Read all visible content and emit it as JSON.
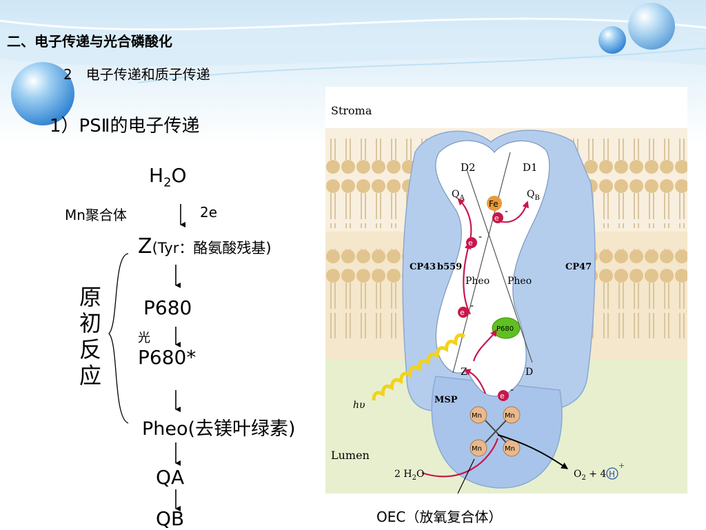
{
  "header": {
    "main_title": "二、电子传递与光合磷酸化",
    "sub_number": "2",
    "sub_title": "电子传递和质子传递",
    "section_title": "1）PSⅡ的电子传递"
  },
  "chain": {
    "h2o_main": "H",
    "h2o_sub": "2",
    "h2o_end": "O",
    "mn_label": "Mn聚合体",
    "electrons": "2e",
    "z_letter": "Z",
    "z_note": "(Tyr：酪氨酸残基)",
    "p680": "P680",
    "light": "光",
    "p680_star": "P680*",
    "pheo": "Pheo(去镁叶绿素)",
    "qa": "QA",
    "qb": "QB",
    "primary_reaction": "原初反应"
  },
  "figure": {
    "stroma": "Stroma",
    "lumen": "Lumen",
    "d2": "D2",
    "d1": "D1",
    "qa": "Q",
    "qa_sub": "A",
    "qb": "Q",
    "qb_sub": "B",
    "fe": "Fe",
    "cp43": "CP43",
    "b559": "b559",
    "cp47": "CP47",
    "pheo_left": "Pheo",
    "pheo_right": "Pheo",
    "p680": "P680",
    "z": "Z",
    "d": "D",
    "msp": "MSP",
    "hv": "hυ",
    "mn": "Mn",
    "water": "2 H",
    "water_sub": "2",
    "water_end": "O",
    "o2": "O",
    "o2_sub": "2",
    "o2_end": " + 4",
    "h": "H",
    "plus": "+",
    "electron": "e",
    "minus": "-"
  },
  "caption": {
    "oec": "OEC（放氧复合体）"
  },
  "colors": {
    "banner_top": "#cfe6f6",
    "membrane": "#f1dfbd",
    "lipid_head": "#e2c48f",
    "lumen_bg": "#e7efcf",
    "protein_outer": "#b5cdec",
    "protein_inner": "#ffffff",
    "electron_red": "#c8174c",
    "p680_green": "#5fc11f",
    "mn_tan": "#e8b98c",
    "fe_orange": "#e79a3a",
    "light_wave": "#f3d21a"
  }
}
